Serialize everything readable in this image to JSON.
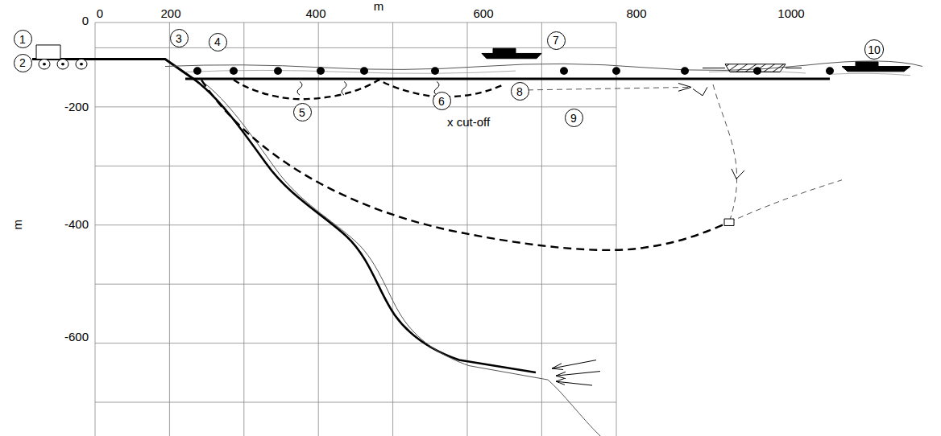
{
  "diagram": {
    "nodes": [
      {
        "text": [
          "1"
        ]
      },
      {
        "text": [
          "2"
        ]
      },
      {
        "text": [
          "3"
        ]
      },
      {
        "text": [
          "4"
        ]
      },
      {
        "text": [
          "5"
        ]
      },
      {
        "text": [
          "6"
        ]
      },
      {
        "text": [
          "7"
        ]
      },
      {
        "text": [
          "8"
        ]
      },
      {
        "text": [
          "9"
        ]
      },
      {
        "text": [
          "10"
        ]
      }
    ],
    "labels": [
      "m",
      "0",
      "200",
      "400",
      "600",
      "800",
      "1000",
      "0",
      "-200",
      "-400",
      "-600",
      "m",
      "x cut-off"
    ]
  }
}
